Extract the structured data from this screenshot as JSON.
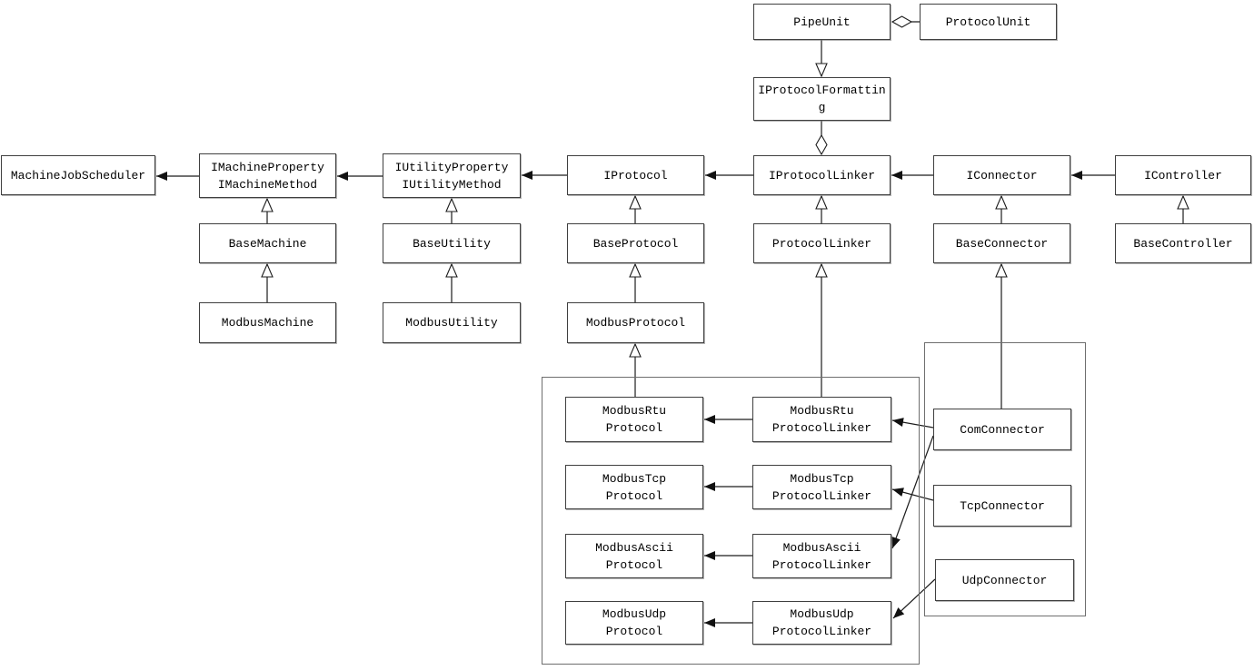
{
  "diagram": {
    "type": "uml-class-diagram",
    "colors": {
      "background": "#ffffff",
      "box_fill": "#ffffff",
      "box_border": "#3f3f3f",
      "group_border": "#6e6e6e",
      "line": "#1c1c1c",
      "text": "#000000"
    },
    "nodes": {
      "pipe_unit": {
        "label": "PipeUnit"
      },
      "protocol_unit": {
        "label": "ProtocolUnit"
      },
      "i_protocol_formatting": {
        "label": "IProtocolFormatting"
      },
      "machine_job_scheduler": {
        "label": "MachineJobScheduler"
      },
      "i_machine": {
        "label": "IMachineProperty\nIMachineMethod"
      },
      "i_utility": {
        "label": "IUtilityProperty\nIUtilityMethod"
      },
      "i_protocol": {
        "label": "IProtocol"
      },
      "i_protocol_linker": {
        "label": "IProtocolLinker"
      },
      "i_connector": {
        "label": "IConnector"
      },
      "i_controller": {
        "label": "IController"
      },
      "base_machine": {
        "label": "BaseMachine"
      },
      "base_utility": {
        "label": "BaseUtility"
      },
      "base_protocol": {
        "label": "BaseProtocol"
      },
      "protocol_linker": {
        "label": "ProtocolLinker"
      },
      "base_connector": {
        "label": "BaseConnector"
      },
      "base_controller": {
        "label": "BaseController"
      },
      "modbus_machine": {
        "label": "ModbusMachine"
      },
      "modbus_utility": {
        "label": "ModbusUtility"
      },
      "modbus_protocol": {
        "label": "ModbusProtocol"
      },
      "modbus_rtu_protocol": {
        "label": "ModbusRtu\nProtocol"
      },
      "modbus_tcp_protocol": {
        "label": "ModbusTcp\nProtocol"
      },
      "modbus_ascii_protocol": {
        "label": "ModbusAscii\nProtocol"
      },
      "modbus_udp_protocol": {
        "label": "ModbusUdp\nProtocol"
      },
      "modbus_rtu_protocol_linker": {
        "label": "ModbusRtu\nProtocolLinker"
      },
      "modbus_tcp_protocol_linker": {
        "label": "ModbusTcp\nProtocolLinker"
      },
      "modbus_ascii_protocol_linker": {
        "label": "ModbusAscii\nProtocolLinker"
      },
      "modbus_udp_protocol_linker": {
        "label": "ModbusUdp\nProtocolLinker"
      },
      "com_connector": {
        "label": "ComConnector"
      },
      "tcp_connector": {
        "label": "TcpConnector"
      },
      "udp_connector": {
        "label": "UdpConnector"
      }
    },
    "edges": [
      {
        "from": "IController",
        "to": "IConnector",
        "type": "association"
      },
      {
        "from": "IConnector",
        "to": "IProtocolLinker",
        "type": "association"
      },
      {
        "from": "IProtocolLinker",
        "to": "IProtocol",
        "type": "association"
      },
      {
        "from": "IProtocol",
        "to": "IUtilityProperty IUtilityMethod",
        "type": "association"
      },
      {
        "from": "IUtilityProperty IUtilityMethod",
        "to": "IMachineProperty IMachineMethod",
        "type": "association"
      },
      {
        "from": "IMachineProperty IMachineMethod",
        "to": "MachineJobScheduler",
        "type": "association"
      },
      {
        "from": "PipeUnit",
        "to": "ProtocolUnit",
        "type": "aggregation"
      },
      {
        "from": "PipeUnit",
        "to": "IProtocolFormatting",
        "type": "generalization"
      },
      {
        "from": "IProtocolFormatting",
        "to": "IProtocolLinker",
        "type": "aggregation"
      },
      {
        "from": "BaseController",
        "to": "IController",
        "type": "generalization"
      },
      {
        "from": "BaseConnector",
        "to": "IConnector",
        "type": "generalization"
      },
      {
        "from": "ProtocolLinker",
        "to": "IProtocolLinker",
        "type": "generalization"
      },
      {
        "from": "BaseProtocol",
        "to": "IProtocol",
        "type": "generalization"
      },
      {
        "from": "BaseUtility",
        "to": "IUtilityProperty IUtilityMethod",
        "type": "generalization"
      },
      {
        "from": "BaseMachine",
        "to": "IMachineProperty IMachineMethod",
        "type": "generalization"
      },
      {
        "from": "ModbusMachine",
        "to": "BaseMachine",
        "type": "generalization"
      },
      {
        "from": "ModbusUtility",
        "to": "BaseUtility",
        "type": "generalization"
      },
      {
        "from": "ModbusProtocol",
        "to": "BaseProtocol",
        "type": "generalization"
      },
      {
        "from": "ModbusRtuProtocol",
        "to": "ModbusProtocol",
        "type": "generalization"
      },
      {
        "from": "ModbusRtuProtocolLinker",
        "to": "ProtocolLinker",
        "type": "generalization"
      },
      {
        "from": "ComConnector",
        "to": "BaseConnector",
        "type": "generalization"
      },
      {
        "from": "ModbusRtuProtocolLinker",
        "to": "ModbusRtuProtocol",
        "type": "association"
      },
      {
        "from": "ModbusTcpProtocolLinker",
        "to": "ModbusTcpProtocol",
        "type": "association"
      },
      {
        "from": "ModbusAsciiProtocolLinker",
        "to": "ModbusAsciiProtocol",
        "type": "association"
      },
      {
        "from": "ModbusUdpProtocolLinker",
        "to": "ModbusUdpProtocol",
        "type": "association"
      },
      {
        "from": "ComConnector",
        "to": "ModbusRtuProtocolLinker",
        "type": "association"
      },
      {
        "from": "ComConnector",
        "to": "ModbusAsciiProtocolLinker",
        "type": "association"
      },
      {
        "from": "TcpConnector",
        "to": "ModbusTcpProtocolLinker",
        "type": "association"
      },
      {
        "from": "UdpConnector",
        "to": "ModbusUdpProtocolLinker",
        "type": "association"
      }
    ]
  }
}
